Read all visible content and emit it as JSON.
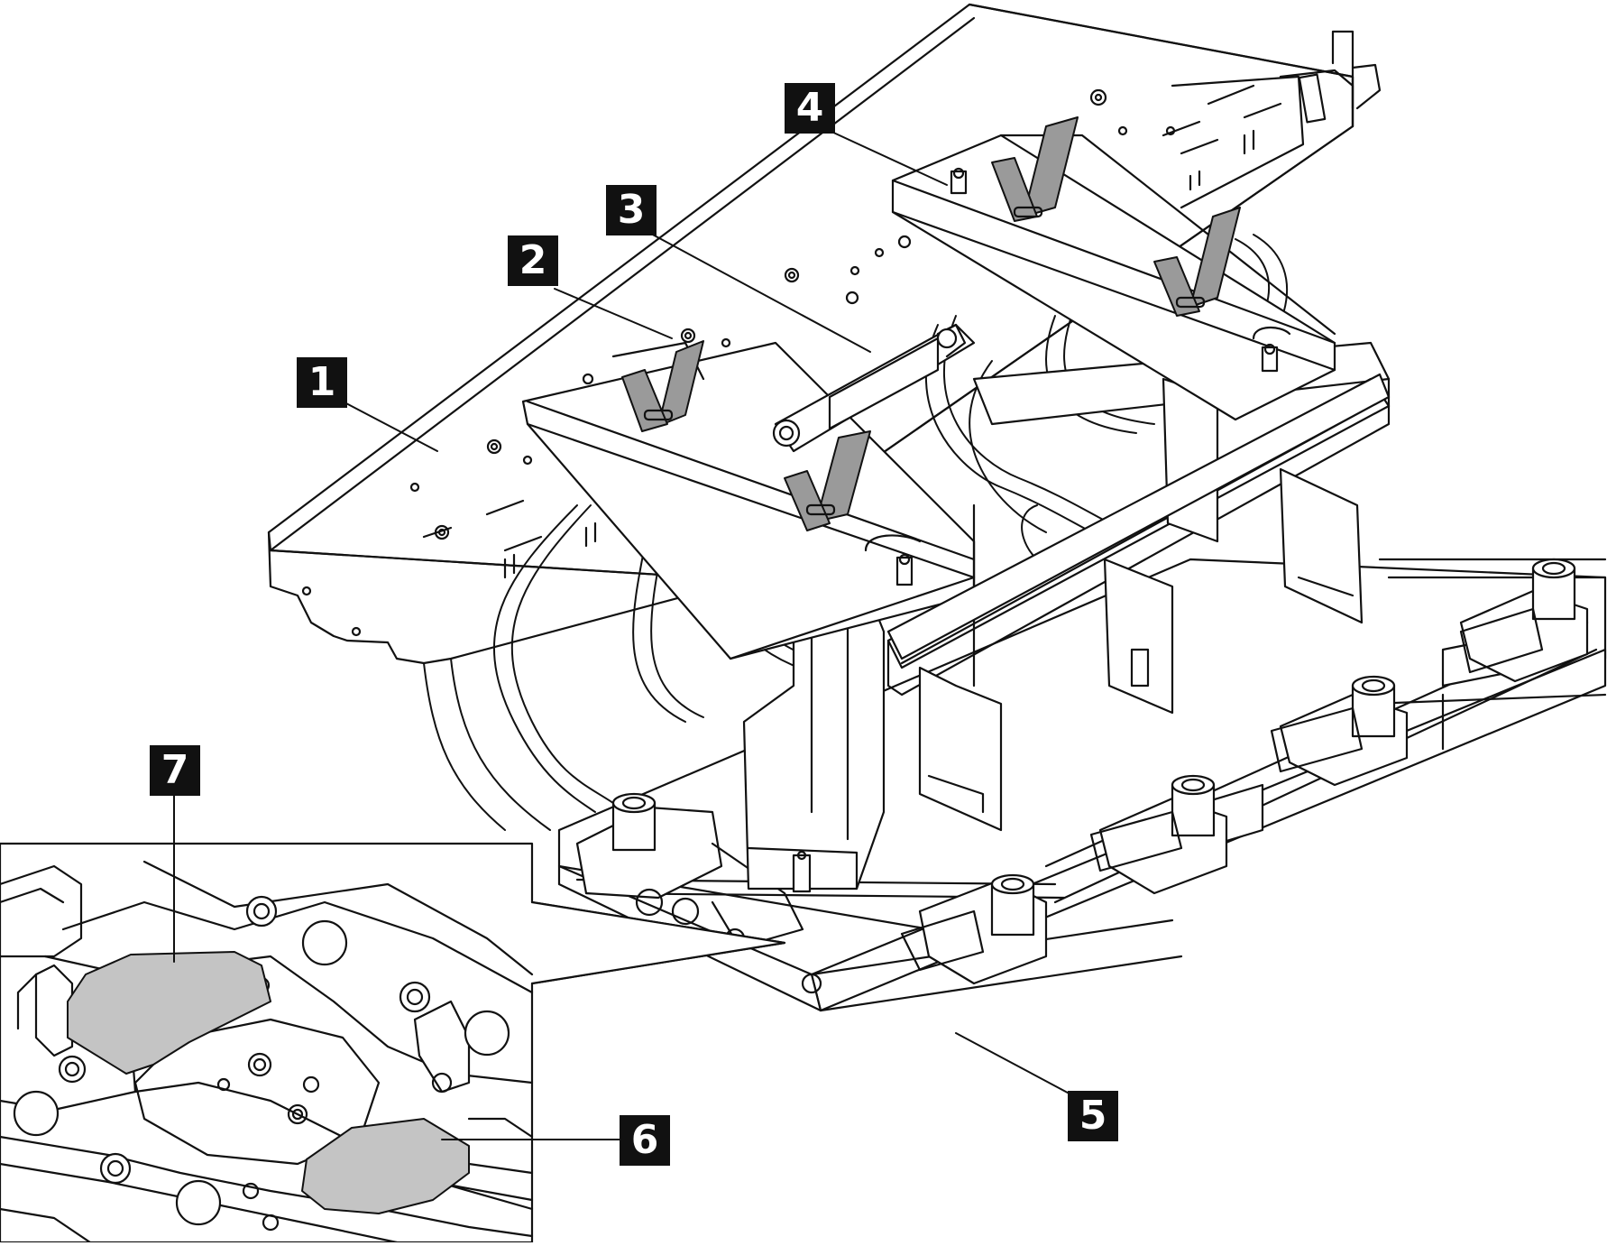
{
  "callouts": [
    {
      "id": "1",
      "label": "1"
    },
    {
      "id": "2",
      "label": "2"
    },
    {
      "id": "3",
      "label": "3"
    },
    {
      "id": "4",
      "label": "4"
    },
    {
      "id": "5",
      "label": "5"
    },
    {
      "id": "6",
      "label": "6"
    },
    {
      "id": "7",
      "label": "7"
    }
  ],
  "colors": {
    "line": "#111111",
    "tape": "#9a9a9a",
    "pad": "#c4c4c4",
    "background": "#ffffff",
    "callout_bg": "#111111",
    "callout_text": "#ffffff"
  }
}
